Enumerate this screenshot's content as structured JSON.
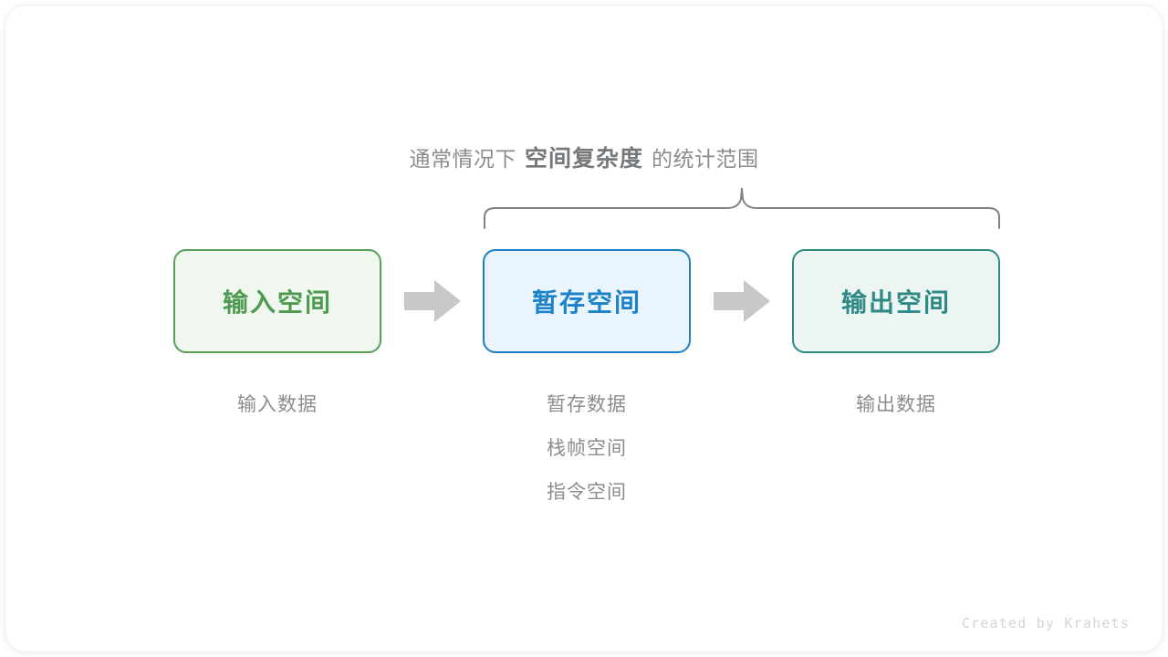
{
  "scope_label": {
    "lead": "通常情况下",
    "emphasis": "空间复杂度",
    "tail": "的统计范围"
  },
  "boxes": [
    {
      "label": "输入空间",
      "color": "#4e9a50",
      "border": "#58a055",
      "fill": "#eff7ee"
    },
    {
      "label": "暂存空间",
      "color": "#1b81c9",
      "border": "#1c80c9",
      "fill": "#e9f4fd"
    },
    {
      "label": "输出空间",
      "color": "#2f8a85",
      "border": "#2f8a85",
      "fill": "#edf5f3"
    }
  ],
  "arrows": [
    {
      "name": "arrow-input-to-temp",
      "glyph": "right-arrow-icon",
      "color": "#c6c8ca"
    },
    {
      "name": "arrow-temp-to-output",
      "glyph": "right-arrow-icon",
      "color": "#c6c8ca"
    }
  ],
  "captions": {
    "input": [
      "输入数据"
    ],
    "temp": [
      "暂存数据",
      "栈帧空间",
      "指令空间"
    ],
    "output": [
      "输出数据"
    ]
  },
  "brace": {
    "name": "curly-brace-spanning-temp-and-output",
    "color": "#808386",
    "spans": [
      "暂存空间",
      "输出空间"
    ]
  },
  "credit": "Created by Krahets",
  "palette": {
    "background": "#ffffff",
    "card": "#ffffff",
    "muted_text": "#8a8d90",
    "emphasis_text": "#76797c",
    "credit_text": "#d2d4d6"
  }
}
